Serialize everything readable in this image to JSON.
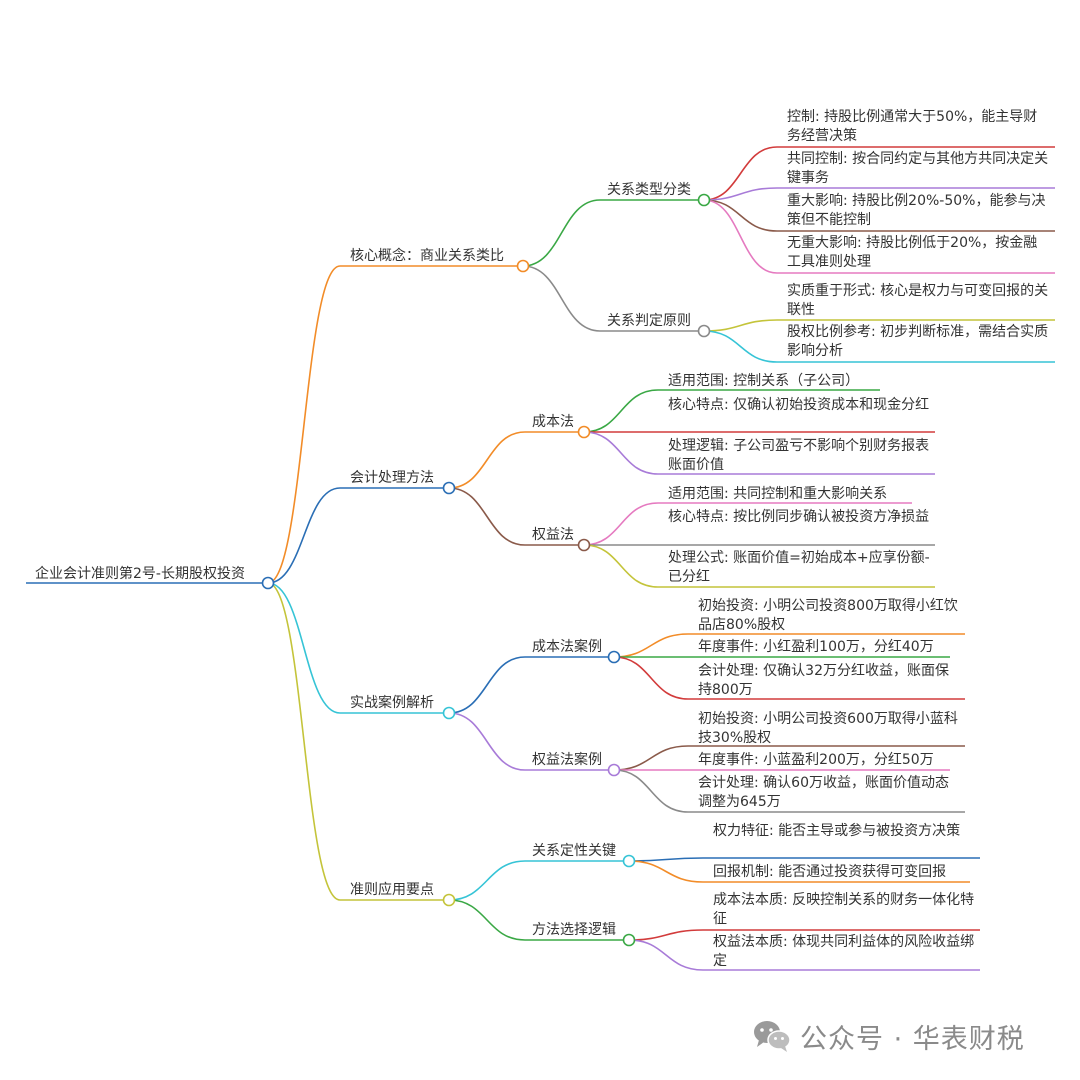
{
  "root": "企业会计准则第2号-长期股权投资",
  "branches": [
    {
      "label": "核心概念：商业关系类比",
      "color": "#f28c28",
      "children": [
        {
          "label": "关系类型分类",
          "color": "#3aa845",
          "leaves": [
            {
              "text": "控制: 持股比例通常大于50%，能主导财务经营决策",
              "color": "#d23b3b"
            },
            {
              "text": "共同控制: 按合同约定与其他方共同决定关键事务",
              "color": "#a87bd8"
            },
            {
              "text": "重大影响: 持股比例20%-50%，能参与决策但不能控制",
              "color": "#8a5a4a"
            },
            {
              "text": "无重大影响: 持股比例低于20%，按金融工具准则处理",
              "color": "#e57ac0"
            }
          ]
        },
        {
          "label": "关系判定原则",
          "color": "#8a8a8a",
          "leaves": [
            {
              "text": "实质重于形式: 核心是权力与可变回报的关联性",
              "color": "#c4c43a"
            },
            {
              "text": "股权比例参考: 初步判断标准，需结合实质影响分析",
              "color": "#36c4d6"
            }
          ]
        }
      ]
    },
    {
      "label": "会计处理方法",
      "color": "#2a6eb5",
      "children": [
        {
          "label": "成本法",
          "color": "#f28c28",
          "leaves": [
            {
              "text": "适用范围: 控制关系（子公司）",
              "color": "#3aa845"
            },
            {
              "text": "核心特点: 仅确认初始投资成本和现金分红",
              "color": "#d23b3b"
            },
            {
              "text": "处理逻辑: 子公司盈亏不影响个别财务报表账面价值",
              "color": "#a87bd8"
            }
          ]
        },
        {
          "label": "权益法",
          "color": "#8a5a4a",
          "leaves": [
            {
              "text": "适用范围: 共同控制和重大影响关系",
              "color": "#e57ac0"
            },
            {
              "text": "核心特点: 按比例同步确认被投资方净损益",
              "color": "#8a8a8a"
            },
            {
              "text": "处理公式: 账面价值=初始成本+应享份额-已分红",
              "color": "#c4c43a"
            }
          ]
        }
      ]
    },
    {
      "label": "实战案例解析",
      "color": "#36c4d6",
      "children": [
        {
          "label": "成本法案例",
          "color": "#2a6eb5",
          "leaves": [
            {
              "text": "初始投资: 小明公司投资800万取得小红饮品店80%股权",
              "color": "#f28c28"
            },
            {
              "text": "年度事件: 小红盈利100万，分红40万",
              "color": "#3aa845"
            },
            {
              "text": "会计处理: 仅确认32万分红收益，账面保持800万",
              "color": "#d23b3b"
            }
          ]
        },
        {
          "label": "权益法案例",
          "color": "#a87bd8",
          "leaves": [
            {
              "text": "初始投资: 小明公司投资600万取得小蓝科技30%股权",
              "color": "#8a5a4a"
            },
            {
              "text": "年度事件: 小蓝盈利200万，分红50万",
              "color": "#e57ac0"
            },
            {
              "text": "会计处理: 确认60万收益，账面价值动态调整为645万",
              "color": "#8a8a8a"
            }
          ]
        }
      ]
    },
    {
      "label": "准则应用要点",
      "color": "#c4c43a",
      "children": [
        {
          "label": "关系定性关键",
          "color": "#36c4d6",
          "leaves": [
            {
              "text": "权力特征: 能否主导或参与被投资方决策",
              "color": "#2a6eb5"
            },
            {
              "text": "回报机制: 能否通过投资获得可变回报",
              "color": "#f28c28"
            }
          ]
        },
        {
          "label": "方法选择逻辑",
          "color": "#3aa845",
          "leaves": [
            {
              "text": "成本法本质: 反映控制关系的财务一体化特征",
              "color": "#d23b3b"
            },
            {
              "text": "权益法本质: 体现共同利益体的风险收益绑定",
              "color": "#a87bd8"
            }
          ]
        }
      ]
    }
  ],
  "root_color": "#2a6eb5",
  "watermark": {
    "icon": "wechat-icon",
    "text": "公众号 · 华表财税"
  }
}
